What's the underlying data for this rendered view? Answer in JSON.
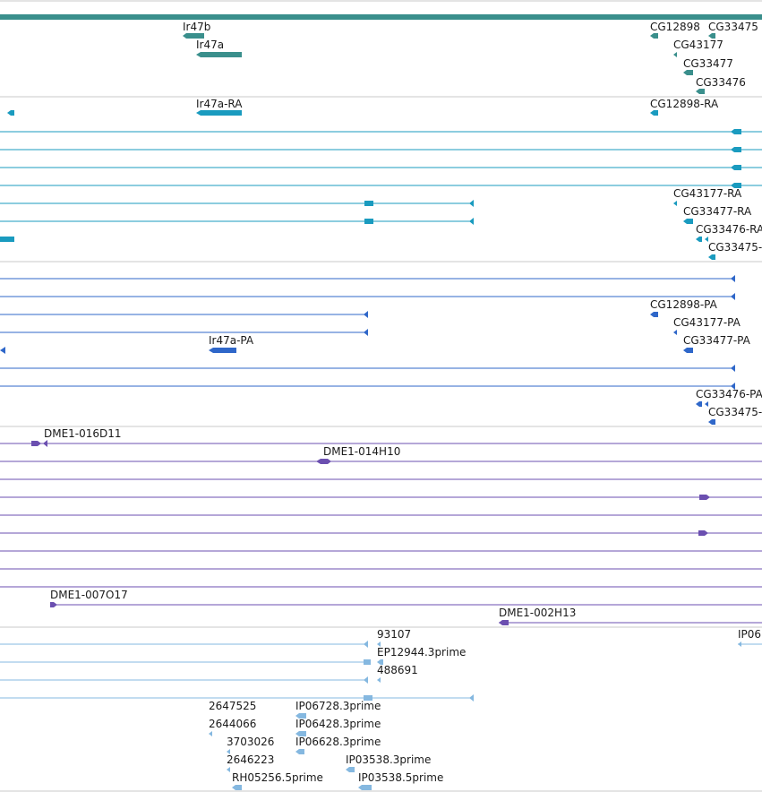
{
  "tracks": [
    {
      "name": "gene-track",
      "color": "#3a8f8c",
      "labels": [
        "Ir47b",
        "Ir47a",
        "CG12898",
        "CG33475",
        "CG43177",
        "CG33477",
        "CG33476"
      ]
    },
    {
      "name": "transcript-track",
      "color": "#1a9bbf",
      "labels": [
        "Ir47a-RA",
        "CG12898-RA",
        "CG43177-RA",
        "CG33477-RA",
        "CG33476-RA",
        "CG33475-"
      ]
    },
    {
      "name": "protein-track",
      "color": "#2f67c9",
      "labels": [
        "CG12898-PA",
        "CG43177-PA",
        "Ir47a-PA",
        "CG33477-PA",
        "CG33476-PA",
        "CG33475-"
      ]
    },
    {
      "name": "clone-track",
      "color": "#6b4fb0",
      "labels": [
        "DME1-016D11",
        "DME1-014H10",
        "DME1-007O17",
        "DME1-002H13"
      ]
    },
    {
      "name": "est-track",
      "color": "#85b8e0",
      "labels": [
        "93107",
        "IP06",
        "EP12944.3prime",
        "488691",
        "2647525",
        "IP06728.3prime",
        "2644066",
        "IP06428.3prime",
        "3703026",
        "IP06628.3prime",
        "2646223",
        "IP03538.3prime",
        "RH05256.5prime",
        "IP03538.5prime"
      ]
    }
  ]
}
